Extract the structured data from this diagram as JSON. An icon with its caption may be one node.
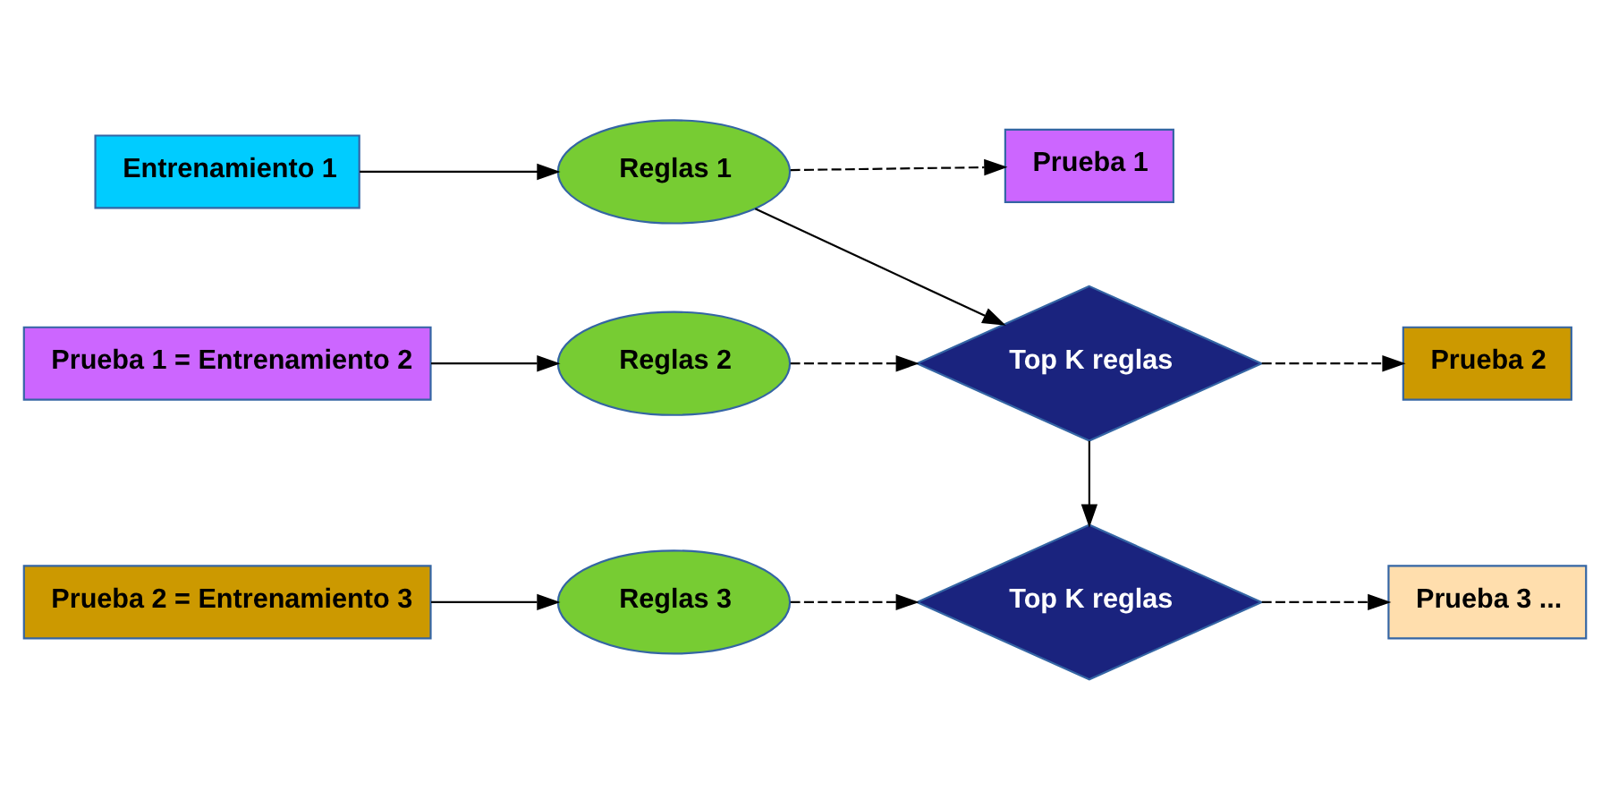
{
  "diagram": {
    "nodes": [
      {
        "text": [
          "Entrenamiento 1"
        ]
      },
      {
        "text": [
          "Reglas 1"
        ]
      },
      {
        "text": [
          "Prueba 1"
        ]
      },
      {
        "text": [
          "Prueba 1 = Entrenamiento 2"
        ]
      },
      {
        "text": [
          "Reglas 2"
        ]
      },
      {
        "text": [
          "Top K reglas"
        ]
      },
      {
        "text": [
          "Prueba 2"
        ]
      },
      {
        "text": [
          "Prueba 2 = Entrenamiento 3"
        ]
      },
      {
        "text": [
          "Reglas 3"
        ]
      },
      {
        "text": [
          "Top K reglas"
        ]
      },
      {
        "text": [
          "Prueba 3 ..."
        ]
      }
    ],
    "edges": [
      {
        "from": 0,
        "to": 1,
        "arrow": "to"
      },
      {
        "from": 1,
        "to": 2,
        "arrow": "to",
        "style": "dashed"
      },
      {
        "from": 1,
        "to": 5,
        "arrow": "to"
      },
      {
        "from": 3,
        "to": 4,
        "arrow": "to"
      },
      {
        "from": 4,
        "to": 5,
        "arrow": "to",
        "style": "dashed"
      },
      {
        "from": 5,
        "to": 6,
        "arrow": "to",
        "style": "dashed"
      },
      {
        "from": 5,
        "to": 9,
        "arrow": "to"
      },
      {
        "from": 7,
        "to": 8,
        "arrow": "to"
      },
      {
        "from": 8,
        "to": 9,
        "arrow": "to",
        "style": "dashed"
      },
      {
        "from": 9,
        "to": 10,
        "arrow": "to",
        "style": "dashed"
      }
    ]
  }
}
